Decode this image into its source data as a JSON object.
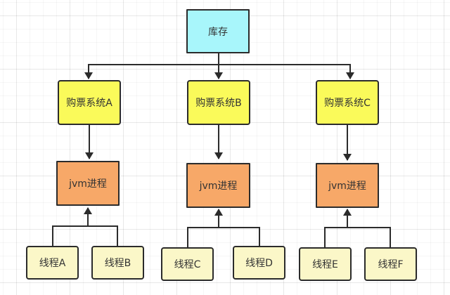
{
  "diagram": {
    "root": {
      "label": "库存",
      "color": "#a8f6fb"
    },
    "branches": [
      {
        "system": "购票系统A",
        "process": "jvm进程",
        "threads": [
          "线程A",
          "线程B"
        ]
      },
      {
        "system": "购票系统B",
        "process": "jvm进程",
        "threads": [
          "线程C",
          "线程D"
        ]
      },
      {
        "system": "购票系统C",
        "process": "jvm进程",
        "threads": [
          "线程E",
          "线程F"
        ]
      }
    ],
    "colors": {
      "system": "#fafa5a",
      "process": "#f7a868",
      "thread": "#fbf7c8",
      "stroke": "#2b2b2b"
    }
  }
}
